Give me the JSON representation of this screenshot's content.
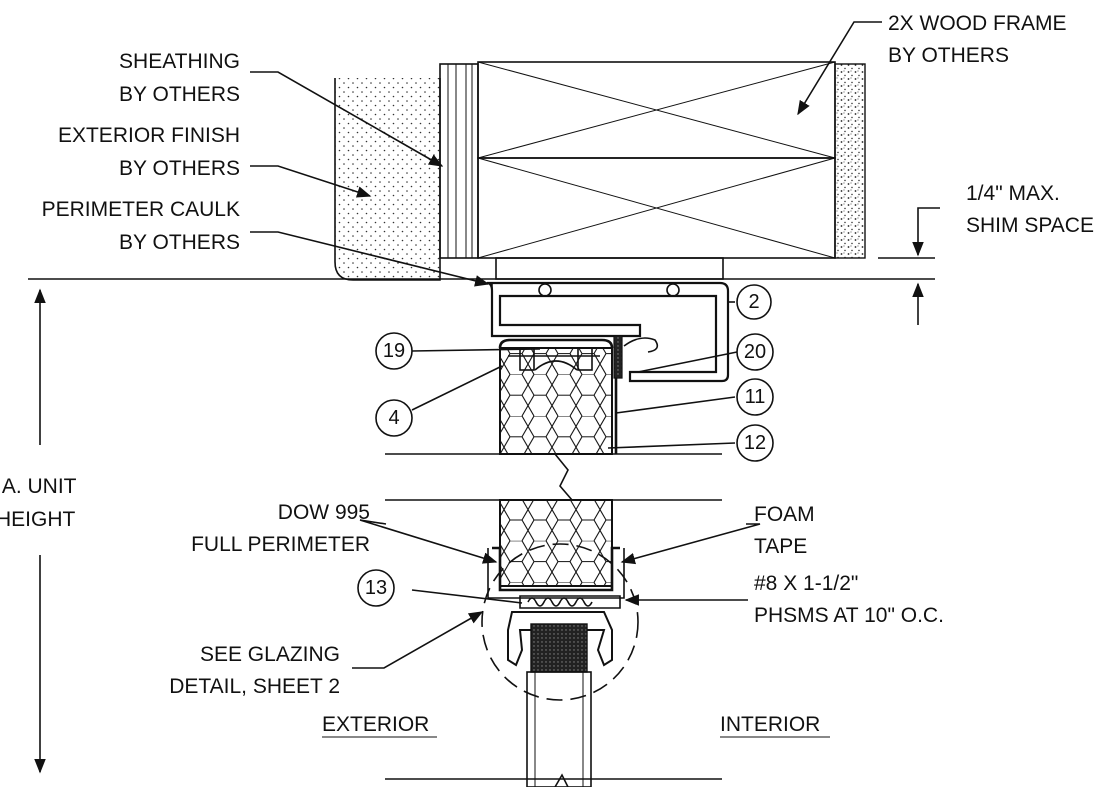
{
  "labels": {
    "sheathing_1": "SHEATHING",
    "sheathing_2": "BY OTHERS",
    "exterior_finish_1": "EXTERIOR FINISH",
    "exterior_finish_2": "BY OTHERS",
    "perimeter_caulk_1": "PERIMETER CAULK",
    "perimeter_caulk_2": "BY OTHERS",
    "wood_frame_1": "2X WOOD FRAME",
    "wood_frame_2": "BY OTHERS",
    "shim_1": "1/4\" MAX.",
    "shim_2": "SHIM SPACE",
    "unit_height_1": ".A. UNIT",
    "unit_height_2": "HEIGHT",
    "dow_1": "DOW 995",
    "dow_2": "FULL PERIMETER",
    "foam_1": "FOAM",
    "foam_2": "TAPE",
    "screw_1": "#8 X 1-1/2\"",
    "screw_2": "PHSMS AT 10\" O.C.",
    "glazing_1": "SEE GLAZING",
    "glazing_2": "DETAIL, SHEET 2",
    "exterior": "EXTERIOR",
    "interior": "INTERIOR"
  },
  "callouts": {
    "c2": "2",
    "c19": "19",
    "c20": "20",
    "c4": "4",
    "c11": "11",
    "c12": "12",
    "c13": "13"
  },
  "colors": {
    "line": "#111111",
    "background": "#ffffff"
  }
}
